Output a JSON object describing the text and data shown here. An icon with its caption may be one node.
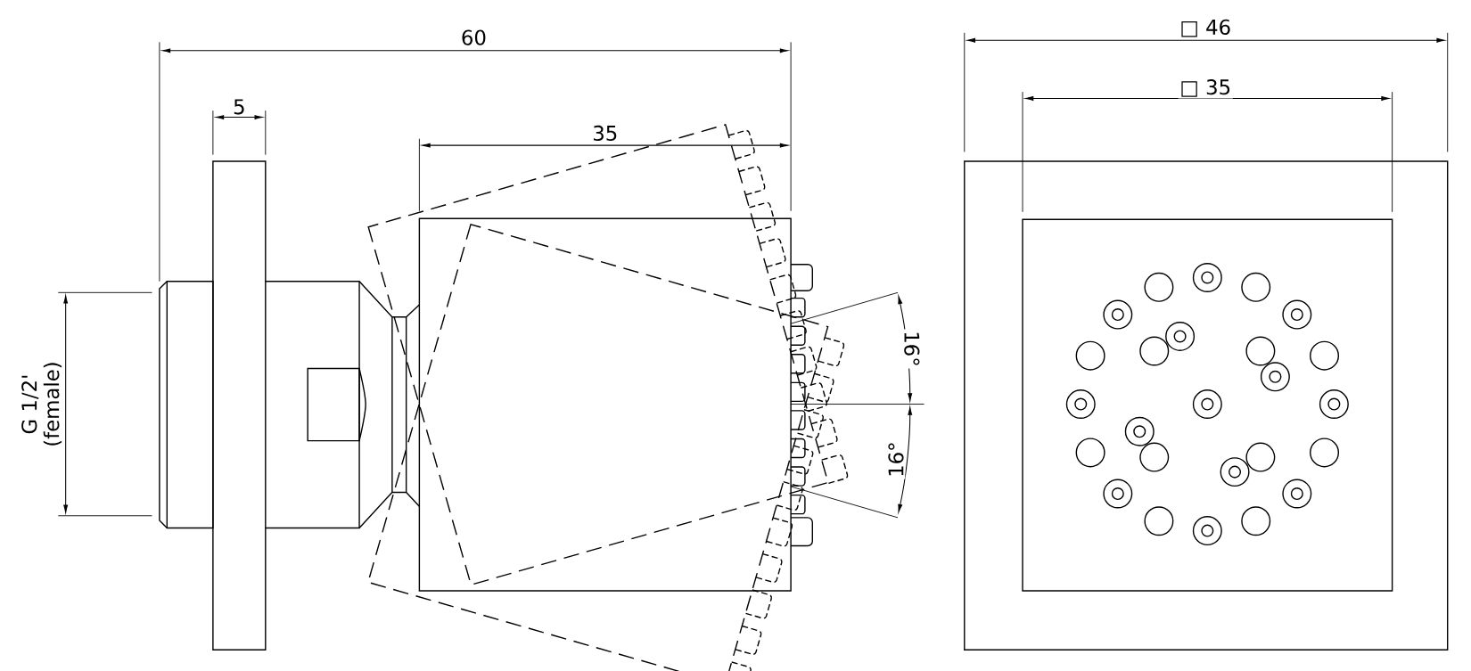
{
  "diagram": {
    "labels": [
      "60",
      "□ 46",
      "5",
      "□ 35",
      "35",
      "G 1/2'",
      "(female)",
      "16°",
      "16°"
    ]
  }
}
